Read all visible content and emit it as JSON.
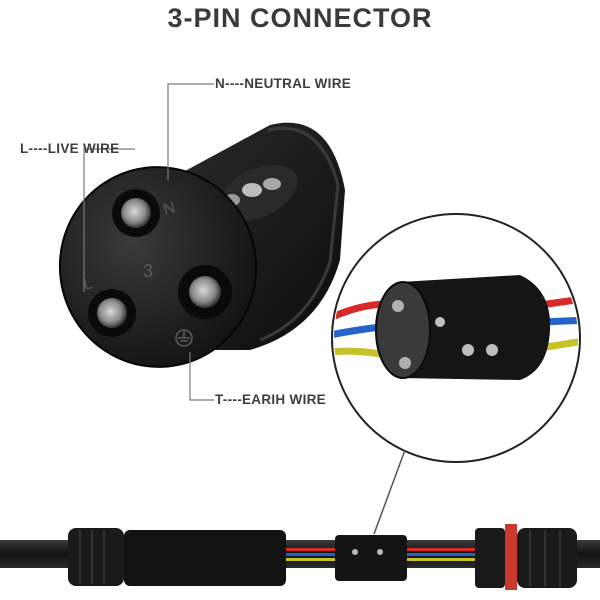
{
  "title": "3-PIN CONNECTOR",
  "labels": {
    "neutral": "N----NEUTRAL WIRE",
    "live": "L----LIVE WIRE",
    "earth": "T----EARIH WIRE"
  },
  "connector_face": {
    "pin_letter_n": "N",
    "pin_letter_l": "L",
    "pin_number": "3"
  },
  "colors": {
    "connector_body": "#1c1c1c",
    "wire_red": "#d62a2a",
    "wire_blue": "#2563c9",
    "wire_yellow_green": "#c8c22a",
    "label_text": "#3e3e3e"
  }
}
